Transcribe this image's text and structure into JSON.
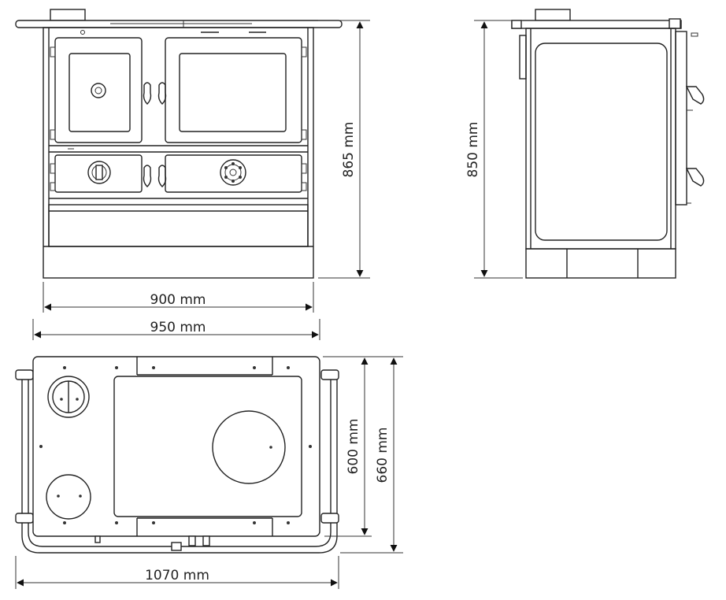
{
  "dimensions": {
    "front_height": "865 mm",
    "side_height": "850 mm",
    "front_width_inner": "900 mm",
    "front_width_outer": "950 mm",
    "top_depth_inner": "600 mm",
    "top_depth_outer": "660 mm",
    "top_width_total": "1070 mm"
  },
  "colors": {
    "line": "#222222",
    "background": "#ffffff"
  }
}
